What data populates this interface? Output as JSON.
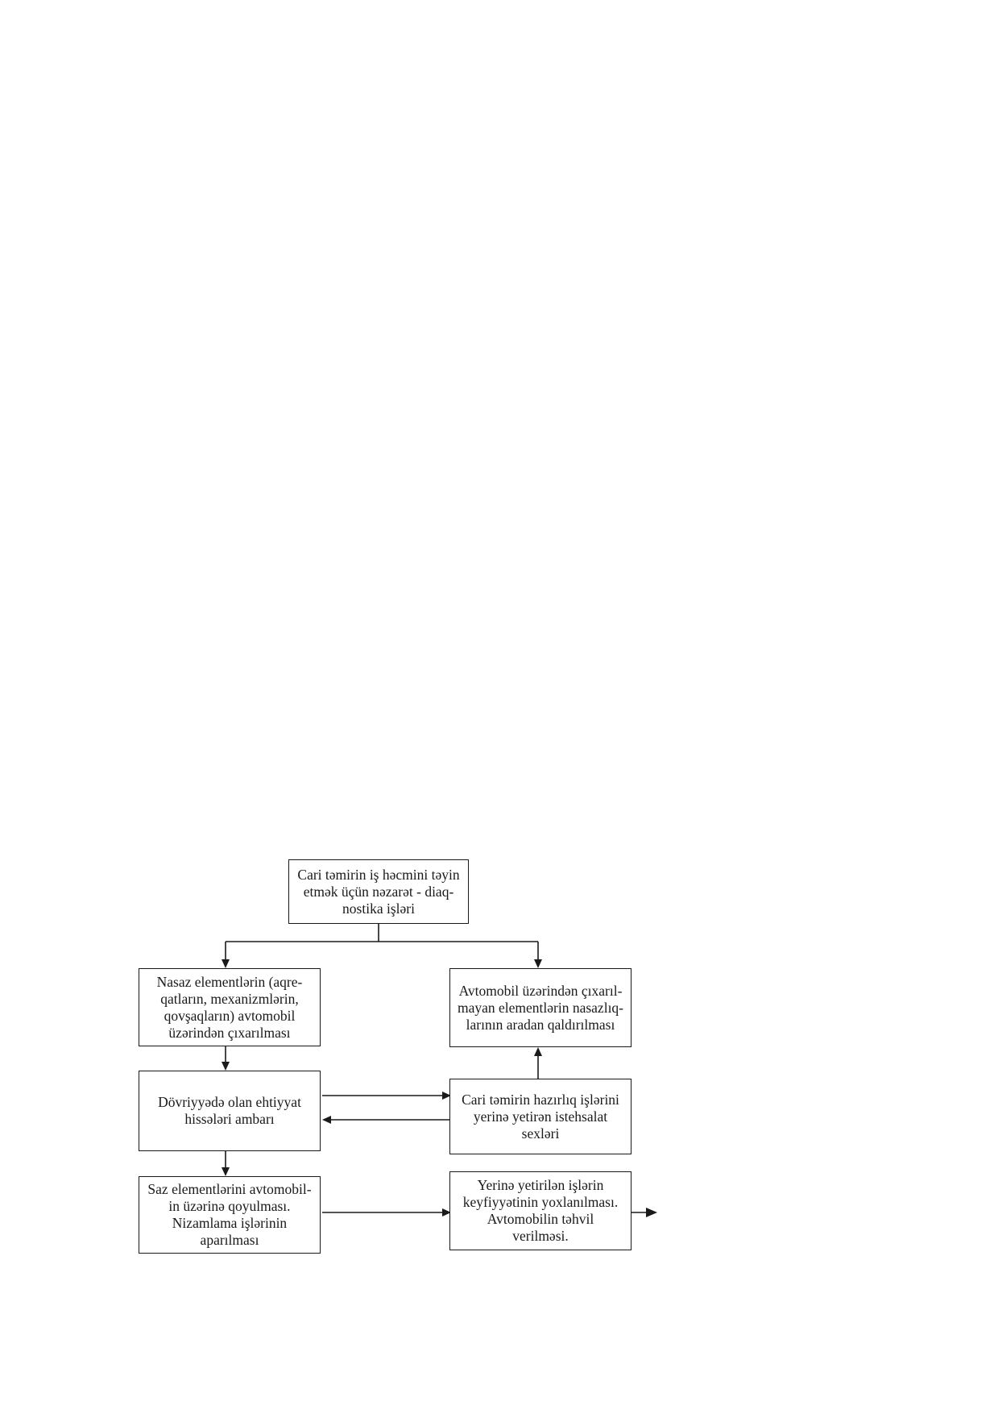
{
  "diagram": {
    "boxes": {
      "top": "Cari təmirin iş həcmini təyin\netmək üçün nəzarət - diaq-\nnostika işləri",
      "left_1": "Nasaz elementlərin (aqre-\nqatların, mexanizmlərin,\nqovşaqların) avtomobil\nüzərindən çıxarılması",
      "right_1": "Avtomobil üzərindən çıxarıl-\nmayan elementlərin nasazlıq-\nlarının aradan qaldırılması",
      "left_2": "Dövriyyədə olan ehtiyyat\nhissələri ambarı",
      "right_2": "Cari təmirin hazırlıq işlərini\nyerinə yetirən istehsalat\nsexləri",
      "left_3": "Saz elementlərini avtomobil-\nin üzərinə qoyulması.\nNizamlama işlərinin\naparılması",
      "right_3": "Yerinə yetirilən işlərin\nkeyfiyyətinin yoxlanılması.\nAvtomobilin təhvil\nverilməsi."
    }
  }
}
